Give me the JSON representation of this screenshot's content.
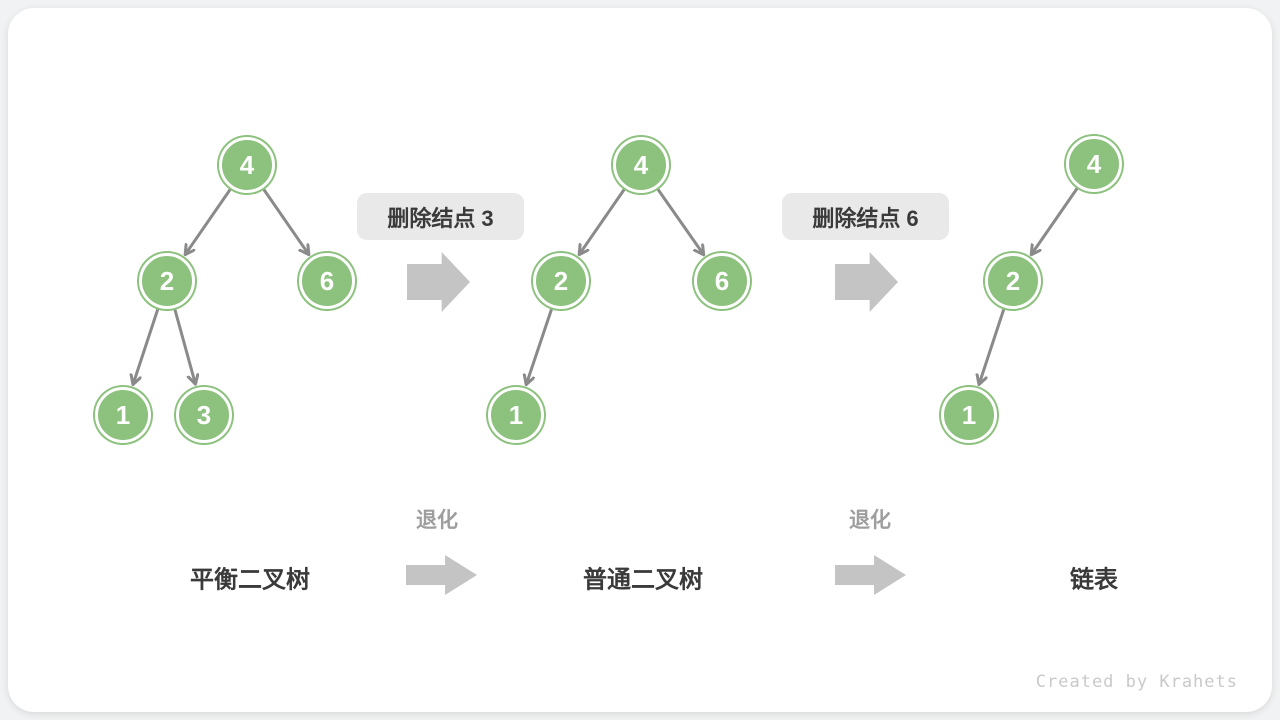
{
  "figure": {
    "title_semantic": "binary-tree-degradation-on-deletion",
    "trees": [
      {
        "caption": "平衡二叉树",
        "nodes": [
          {
            "value": "4"
          },
          {
            "value": "2"
          },
          {
            "value": "6"
          },
          {
            "value": "1"
          },
          {
            "value": "3"
          }
        ],
        "edges": [
          [
            "4",
            "2"
          ],
          [
            "4",
            "6"
          ],
          [
            "2",
            "1"
          ],
          [
            "2",
            "3"
          ]
        ]
      },
      {
        "caption": "普通二叉树",
        "nodes": [
          {
            "value": "4"
          },
          {
            "value": "2"
          },
          {
            "value": "6"
          },
          {
            "value": "1"
          }
        ],
        "edges": [
          [
            "4",
            "2"
          ],
          [
            "4",
            "6"
          ],
          [
            "2",
            "1"
          ]
        ]
      },
      {
        "caption": "链表",
        "nodes": [
          {
            "value": "4"
          },
          {
            "value": "2"
          },
          {
            "value": "1"
          }
        ],
        "edges": [
          [
            "4",
            "2"
          ],
          [
            "2",
            "1"
          ]
        ]
      }
    ],
    "steps": [
      {
        "label": "删除结点 3"
      },
      {
        "label": "删除结点 6"
      }
    ],
    "degrade": {
      "label_1": "退化",
      "label_2": "退化"
    },
    "credit": "Created by Krahets",
    "colors": {
      "node_fill": "#8cc17e",
      "node_outer_ring": "#8cc17e",
      "node_inner_ring": "#ffffff",
      "edge_stroke": "#8a8a8a",
      "block_arrow": "#c4c4c4",
      "step_box_bg": "#e9e9e9",
      "dark_text": "#3a3a3a",
      "gray_text": "#9e9e9e",
      "credit_text": "#c9c9c9",
      "card_bg": "#ffffff",
      "page_bg": "#f1f2f3"
    }
  }
}
